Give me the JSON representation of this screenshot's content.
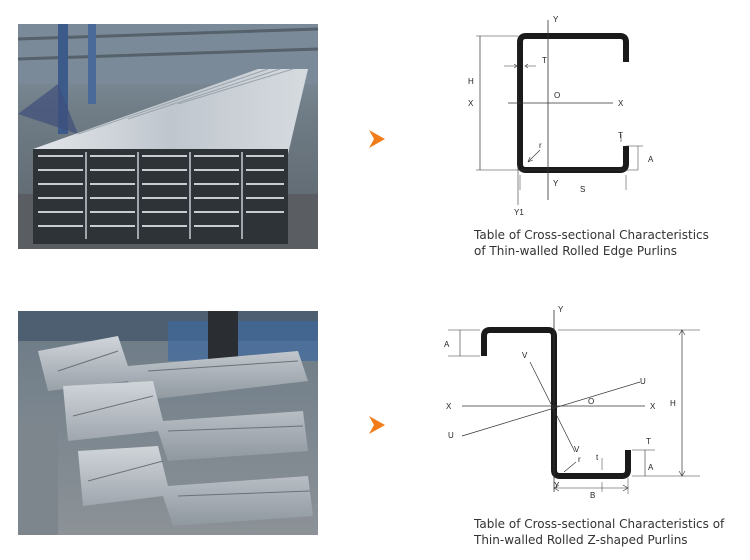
{
  "colors": {
    "arrow": "#f07c1a",
    "profile": "#1a1a1a",
    "line": "#333333",
    "steel_light": "#c9ced4",
    "steel_dark": "#4a5058"
  },
  "section1": {
    "photo_icon": "steel-c-purlin-stack-photo",
    "caption_line1": "Table of Cross-sectional Characteristics",
    "caption_line2": "of Thin-walled Rolled Edge Purlins",
    "labels": {
      "y_top": "Y",
      "y_bottom": "Y",
      "y1": "Y1",
      "x_left": "X",
      "x_right": "X",
      "h": "H",
      "t_top": "T",
      "t_lip": "T",
      "origin": "O",
      "r": "r",
      "a": "A",
      "s": "S"
    }
  },
  "section2": {
    "photo_icon": "steel-z-purlin-stack-photo",
    "caption_line1": "Table of Cross-sectional Characteristics of",
    "caption_line2": "Thin-walled Rolled Z-shaped Purlins",
    "labels": {
      "y_top": "Y",
      "y_bottom": "Y",
      "x_left": "X",
      "x_right": "X",
      "u_left": "U",
      "u_right": "U",
      "v_top": "V",
      "v_bottom": "V",
      "origin": "O",
      "h": "H",
      "a_top": "A",
      "a_bottom": "A",
      "t_bottom": "T",
      "t_small": "t",
      "r": "r",
      "b": "B"
    }
  }
}
